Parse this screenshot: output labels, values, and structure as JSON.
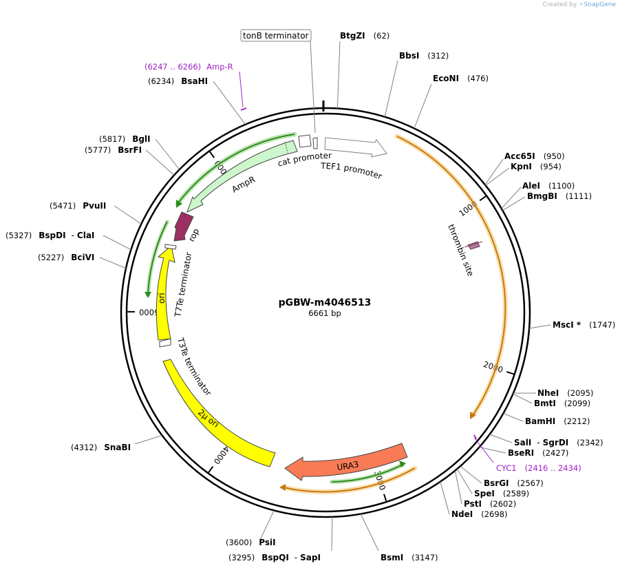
{
  "credit": {
    "prefix": "Created by",
    "brand": "SnapGene"
  },
  "plasmid": {
    "name": "pGBW-m4046513",
    "size_label": "6661 bp",
    "length": 6661
  },
  "ticks": [
    {
      "bp": 1000,
      "label": "1000"
    },
    {
      "bp": 2000,
      "label": "2000"
    },
    {
      "bp": 3000,
      "label": "3000"
    },
    {
      "bp": 4000,
      "label": "4000"
    },
    {
      "bp": 5000,
      "label": "5000"
    },
    {
      "bp": 6000,
      "label": "6000"
    }
  ],
  "sites": [
    {
      "name": "BtgZI",
      "pos": "(62)",
      "bp": 62
    },
    {
      "name": "BbsI",
      "pos": "(312)",
      "bp": 312
    },
    {
      "name": "EcoNI",
      "pos": "(476)",
      "bp": 476
    },
    {
      "name": "Acc65I",
      "pos": "(950)",
      "bp": 950
    },
    {
      "name": "KpnI",
      "pos": "(954)",
      "bp": 954
    },
    {
      "name": "AleI",
      "pos": "(1100)",
      "bp": 1100
    },
    {
      "name": "BmgBI",
      "pos": "(1111)",
      "bp": 1111
    },
    {
      "name": "MscI *",
      "pos": "(1747)",
      "bp": 1747
    },
    {
      "name": "NheI",
      "pos": "(2095)",
      "bp": 2095
    },
    {
      "name": "BmtI",
      "pos": "(2099)",
      "bp": 2099
    },
    {
      "name": "BamHI",
      "pos": "(2212)",
      "bp": 2212
    },
    {
      "name": "SalI",
      "name2": "SgrDI",
      "sep": "-",
      "pos": "(2342)",
      "bp": 2342
    },
    {
      "name": "BseRI",
      "pos": "(2427)",
      "bp": 2427
    },
    {
      "name": "BsrGI",
      "pos": "(2567)",
      "bp": 2567
    },
    {
      "name": "SpeI",
      "pos": "(2589)",
      "bp": 2589
    },
    {
      "name": "PstI",
      "pos": "(2602)",
      "bp": 2602
    },
    {
      "name": "NdeI",
      "pos": "(2698)",
      "bp": 2698
    },
    {
      "name": "BsmI",
      "pos": "(3147)",
      "bp": 3147
    },
    {
      "name": "BspQI",
      "name2": "SapI",
      "sep": "-",
      "pos": "(3295)",
      "bp": 3295
    },
    {
      "name": "PsiI",
      "pos": "(3600)",
      "bp": 3600
    },
    {
      "name": "SnaBI",
      "pos": "(4312)",
      "bp": 4312
    },
    {
      "name": "BciVI",
      "pos": "(5227)",
      "bp": 5227
    },
    {
      "name": "BspDI",
      "name2": "ClaI",
      "sep": "-",
      "pos": "(5327)",
      "bp": 5327
    },
    {
      "name": "PvuII",
      "pos": "(5471)",
      "bp": 5471
    },
    {
      "name": "BsrFI",
      "pos": "(5777)",
      "bp": 5777
    },
    {
      "name": "BglI",
      "pos": "(5817)",
      "bp": 5817
    },
    {
      "name": "BsaHI",
      "pos": "(6234)",
      "bp": 6234
    }
  ],
  "range_features": [
    {
      "name": "Amp-R",
      "pos": "(6247 .. 6266)",
      "color": "#a020c8"
    },
    {
      "name": "CYC1",
      "pos": "(2416 .. 2434)",
      "color": "#a020c8"
    }
  ],
  "features": [
    {
      "name": "TEF1 promoter",
      "type": "promoter",
      "color": "#ffffff",
      "stroke": "#808080"
    },
    {
      "name": "thrombin site",
      "type": "site",
      "color": "#b47a9c"
    },
    {
      "name": "URA3",
      "type": "CDS",
      "color": "#f97b56"
    },
    {
      "name": "2μ ori",
      "type": "rep_origin",
      "color": "#ffff00"
    },
    {
      "name": "T3Te terminator",
      "type": "terminator",
      "color": "#ffffff"
    },
    {
      "name": "ori",
      "type": "rep_origin",
      "color": "#ffff00"
    },
    {
      "name": "T7Te terminator",
      "type": "terminator",
      "color": "#ffffff"
    },
    {
      "name": "rop",
      "type": "CDS",
      "color": "#9b2f62"
    },
    {
      "name": "AmpR",
      "type": "CDS",
      "color": "#ccf7cc"
    },
    {
      "name": "cat promoter",
      "type": "promoter",
      "color": "#ffffff"
    },
    {
      "name": "tonB terminator",
      "type": "terminator",
      "color": "#ffffff"
    }
  ],
  "orf_colors": {
    "orange": "#f5a623",
    "green": "#2e8b1e"
  }
}
